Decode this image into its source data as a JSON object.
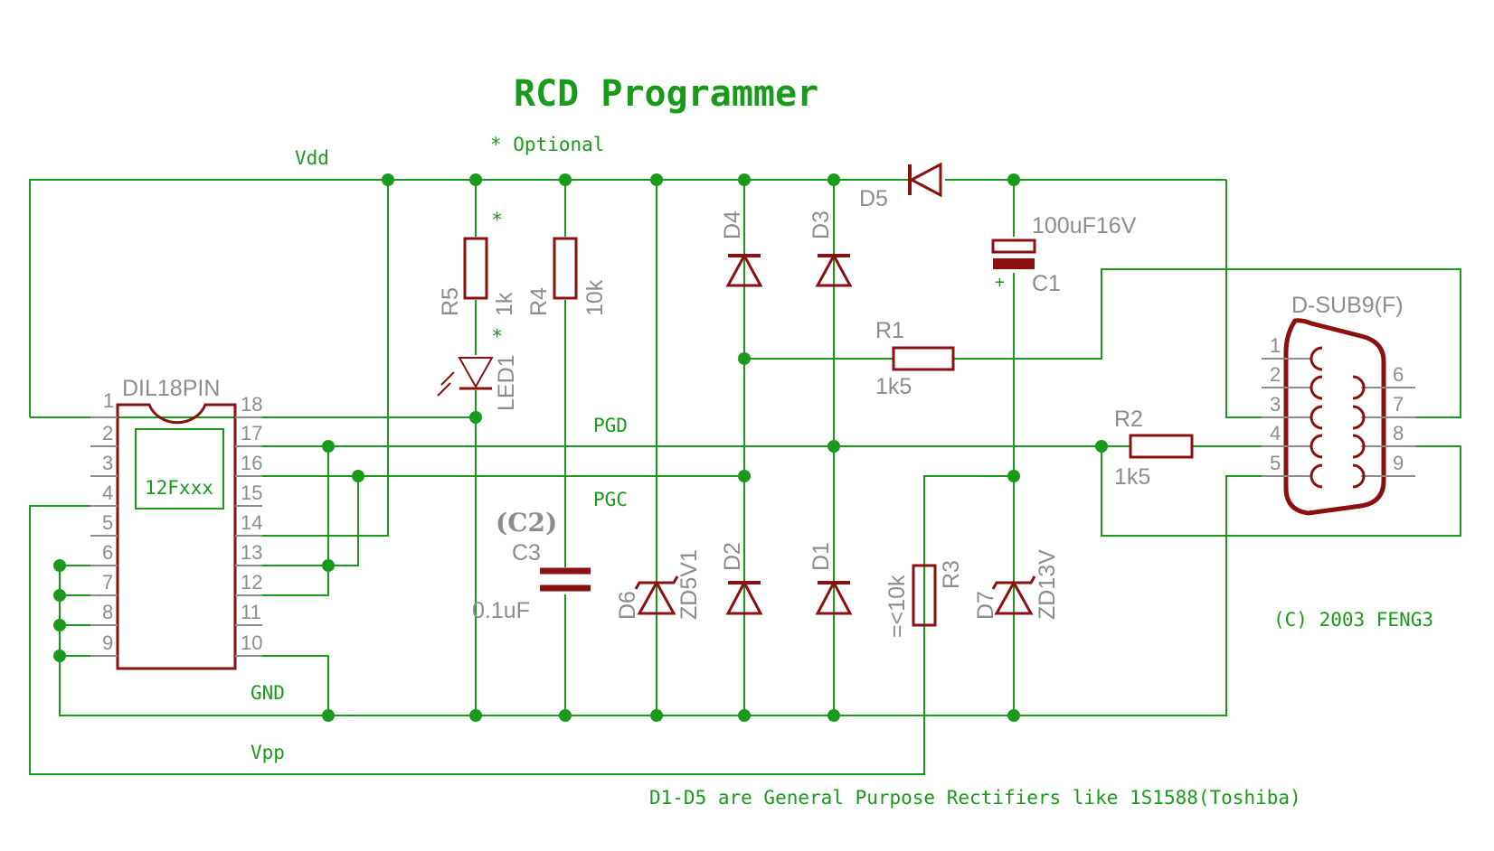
{
  "title": "RCD Programmer",
  "optional_note": "* Optional",
  "asterisk": "*",
  "nets": {
    "vdd": "Vdd",
    "pgd": "PGD",
    "pgc": "PGC",
    "gnd": "GND",
    "vpp": "Vpp"
  },
  "ic": {
    "name": "DIL18PIN",
    "value": "12Fxxx",
    "pins": [
      "1",
      "2",
      "3",
      "4",
      "5",
      "6",
      "7",
      "8",
      "9",
      "10",
      "11",
      "12",
      "13",
      "14",
      "15",
      "16",
      "17",
      "18"
    ]
  },
  "connector": {
    "name": "D-SUB9(F)",
    "pins": [
      "1",
      "2",
      "3",
      "4",
      "5",
      "6",
      "7",
      "8",
      "9"
    ]
  },
  "parts": {
    "r5": {
      "name": "R5",
      "value": "1k"
    },
    "r4": {
      "name": "R4",
      "value": "10k"
    },
    "led1": {
      "name": "LED1"
    },
    "c2": {
      "name": "(C2)"
    },
    "c3": {
      "name": "C3",
      "value": "0.1uF"
    },
    "d6": {
      "name": "D6",
      "value": "ZD5V1"
    },
    "d4": {
      "name": "D4"
    },
    "d3": {
      "name": "D3"
    },
    "d2": {
      "name": "D2"
    },
    "d1": {
      "name": "D1"
    },
    "d5": {
      "name": "D5"
    },
    "c1": {
      "name": "C1",
      "value": "100uF16V",
      "polarity": "+"
    },
    "r1": {
      "name": "R1",
      "value": "1k5"
    },
    "r2": {
      "name": "R2",
      "value": "1k5"
    },
    "r3": {
      "name": "R3",
      "value": "=<10k"
    },
    "d7": {
      "name": "D7",
      "value": "ZD13V"
    }
  },
  "copyright": "(C) 2003 FENG3",
  "footnote": "D1-D5 are General Purpose Rectifiers like 1S1588(Toshiba)",
  "colors": {
    "wire": "#1a9a1a",
    "component": "#8b1010",
    "component_label": "#8c8c8c",
    "background": "#ffffff"
  }
}
